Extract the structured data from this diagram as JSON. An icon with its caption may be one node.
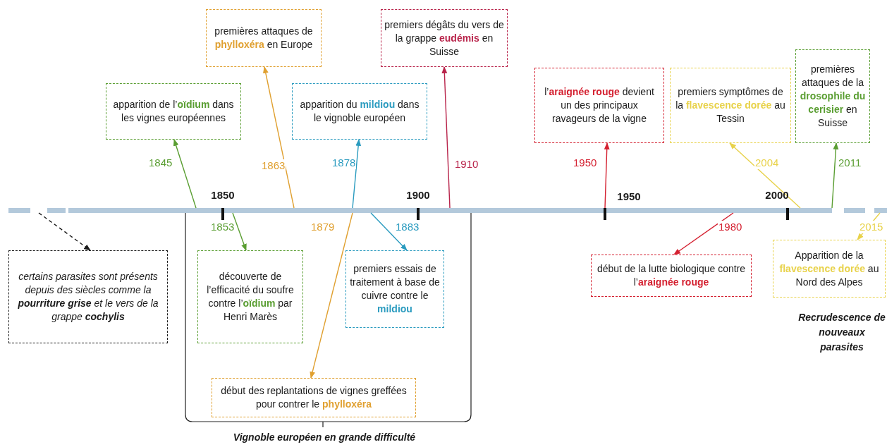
{
  "diagram": {
    "nodes": [
      {
        "text": [
          "apparition de l’**oïdium** dans les vignes européennes"
        ]
      },
      {
        "text": [
          "premières attaques de **phylloxéra** en Europe"
        ]
      },
      {
        "text": [
          "apparition du **mildiou** dans le vignoble européen"
        ]
      },
      {
        "text": [
          "premiers dégâts du vers de la grappe **eudémis** en Suisse"
        ]
      },
      {
        "text": [
          "l’**araignée rouge** devient un des principaux ravageurs de la vigne"
        ]
      },
      {
        "text": [
          "premiers symptômes de la **flavescence dorée** au Tessin"
        ]
      },
      {
        "text": [
          "premières attaques de la **drosophile du cerisier** en Suisse"
        ]
      },
      {
        "text": [
          "certains parasites sont présents depuis des siècles comme la **pourriture grise** et le vers de la grappe **cochylis**"
        ]
      },
      {
        "text": [
          "découverte de l’efficacité du soufre contre l’**oïdium** par Henri Marès"
        ]
      },
      {
        "text": [
          "début des replantations de vignes greffées pour contrer le **phylloxéra**"
        ]
      },
      {
        "text": [
          "premiers essais de traitement à base de cuivre contre le **mildiou**"
        ]
      },
      {
        "text": [
          "début de la lutte biologique contre l’**araignée rouge**"
        ]
      },
      {
        "text": [
          "Apparition de la **flavescence dorée** au Nord des Alpes"
        ]
      }
    ],
    "edges": [
      {
        "from": null,
        "to": 0,
        "arrow": "to",
        "label": "1845",
        "color": "#5a9e32"
      },
      {
        "from": null,
        "to": 1,
        "arrow": "to",
        "label": "1863",
        "color": "#e0a030"
      },
      {
        "from": null,
        "to": 2,
        "arrow": "to",
        "label": "1878",
        "color": "#2a9bbf"
      },
      {
        "from": null,
        "to": 3,
        "arrow": "to",
        "label": "1910",
        "color": "#b8234a"
      },
      {
        "from": null,
        "to": 4,
        "arrow": "to",
        "label": "1950",
        "color": "#d42030"
      },
      {
        "from": null,
        "to": 5,
        "arrow": "to",
        "label": "2004",
        "color": "#e8d24a"
      },
      {
        "from": null,
        "to": 6,
        "arrow": "to",
        "label": "2011",
        "color": "#5a9e32"
      },
      {
        "from": null,
        "to": 7,
        "arrow": "to",
        "style": "dashed",
        "color": "#1a1a1a"
      },
      {
        "from": null,
        "to": 8,
        "arrow": "to",
        "label": "1853",
        "color": "#5a9e32"
      },
      {
        "from": null,
        "to": 9,
        "arrow": "to",
        "label": "1879",
        "color": "#e0a030"
      },
      {
        "from": null,
        "to": 10,
        "arrow": "to",
        "label": "1883",
        "color": "#2a9bbf"
      },
      {
        "from": null,
        "to": 11,
        "arrow": "to",
        "label": "1980",
        "color": "#d42030"
      },
      {
        "from": null,
        "to": 12,
        "arrow": "to",
        "label": "2015",
        "color": "#e8d24a"
      }
    ],
    "labels": [
      "1850",
      "1900",
      "1950",
      "2000",
      "Recrudescence de nouveaux parasites",
      "Vignoble européen en grande difficulté"
    ]
  }
}
